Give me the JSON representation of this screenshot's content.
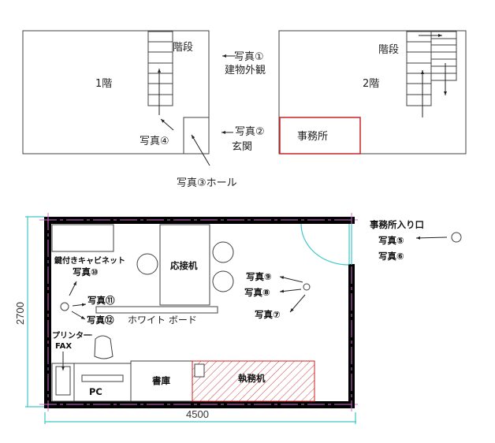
{
  "floor1": {
    "floor_label": "1階",
    "stairs_label": "階段",
    "photo4_label": "写真④"
  },
  "exterior_labels": {
    "photo1_label": "写真①",
    "photo1_caption": "建物外観",
    "photo2_label": "写真②",
    "photo2_caption": "玄関",
    "photo3_label": "写真③ホール"
  },
  "floor2": {
    "floor_label": "2階",
    "stairs_label": "階段",
    "office_label": "事務所"
  },
  "office_plan": {
    "entrance_label": "事務所入り口",
    "photo5_label": "写真⑤",
    "photo6_label": "写真⑥",
    "photo7_label": "写真⑦",
    "photo8_label": "写真⑧",
    "photo9_label": "写真⑨",
    "photo10_label": "写真⑩",
    "photo11_label": "写真⑪",
    "photo12_label": "写真⑫",
    "cabinet_label": "鍵付きキャビネット",
    "reception_table_label": "応接机",
    "whiteboard_label": "ホワイト ボード",
    "printer_label": "プリンター",
    "fax_label": "FAX",
    "pc_label": "PC",
    "bookshelf_label": "書庫",
    "desk_label": "執務机",
    "dim_height": "2700",
    "dim_width": "4500"
  },
  "colors": {
    "office_highlight": "#cc2222",
    "dimension_line": "#40c8c8",
    "center_line": "#d070d0",
    "wall": "#000000"
  }
}
